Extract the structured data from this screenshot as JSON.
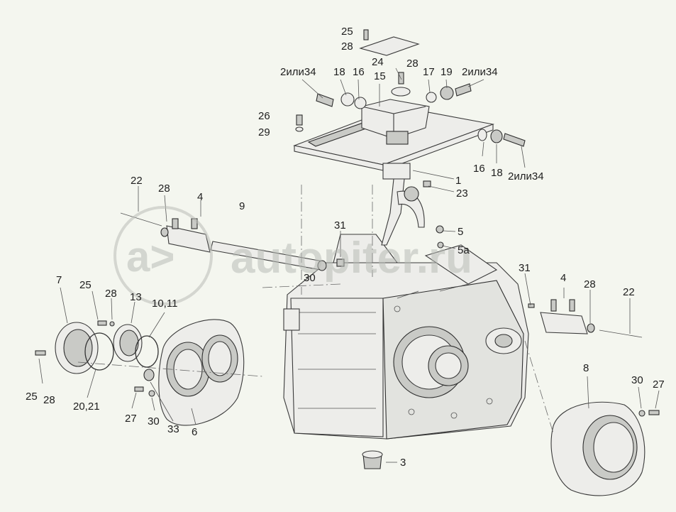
{
  "watermark": {
    "text": "autopiter.ru"
  },
  "callouts": [
    {
      "id": "c-25-top",
      "text": "25"
    },
    {
      "id": "c-28-top",
      "text": "28"
    },
    {
      "id": "c-24",
      "text": "24"
    },
    {
      "id": "c-28-mid",
      "text": "28"
    },
    {
      "id": "c-2or34-left",
      "text": "2или34"
    },
    {
      "id": "c-18-left",
      "text": "18"
    },
    {
      "id": "c-16-left",
      "text": "16"
    },
    {
      "id": "c-15",
      "text": "15"
    },
    {
      "id": "c-17",
      "text": "17"
    },
    {
      "id": "c-19",
      "text": "19"
    },
    {
      "id": "c-2or34-right",
      "text": "2или34"
    },
    {
      "id": "c-26",
      "text": "26"
    },
    {
      "id": "c-29",
      "text": "29"
    },
    {
      "id": "c-16-right",
      "text": "16"
    },
    {
      "id": "c-18-right",
      "text": "18"
    },
    {
      "id": "c-2or34-lower",
      "text": "2или34"
    },
    {
      "id": "c-1",
      "text": "1"
    },
    {
      "id": "c-23",
      "text": "23"
    },
    {
      "id": "c-22-left",
      "text": "22"
    },
    {
      "id": "c-28-left",
      "text": "28"
    },
    {
      "id": "c-4-left",
      "text": "4"
    },
    {
      "id": "c-9",
      "text": "9"
    },
    {
      "id": "c-31-left",
      "text": "31"
    },
    {
      "id": "c-5",
      "text": "5"
    },
    {
      "id": "c-5a",
      "text": "5а"
    },
    {
      "id": "c-30-mid",
      "text": "30"
    },
    {
      "id": "c-31-right",
      "text": "31"
    },
    {
      "id": "c-4-right",
      "text": "4"
    },
    {
      "id": "c-28-right",
      "text": "28"
    },
    {
      "id": "c-22-right",
      "text": "22"
    },
    {
      "id": "c-7",
      "text": "7"
    },
    {
      "id": "c-25-left",
      "text": "25"
    },
    {
      "id": "c-28-left2",
      "text": "28"
    },
    {
      "id": "c-13",
      "text": "13"
    },
    {
      "id": "c-10-11",
      "text": "10,11"
    },
    {
      "id": "c-25-bottom",
      "text": "25"
    },
    {
      "id": "c-28-bottom",
      "text": "28"
    },
    {
      "id": "c-20-21",
      "text": "20,21"
    },
    {
      "id": "c-27-left",
      "text": "27"
    },
    {
      "id": "c-30-left",
      "text": "30"
    },
    {
      "id": "c-33",
      "text": "33"
    },
    {
      "id": "c-6",
      "text": "6"
    },
    {
      "id": "c-8",
      "text": "8"
    },
    {
      "id": "c-30-right",
      "text": "30"
    },
    {
      "id": "c-27-right",
      "text": "27"
    },
    {
      "id": "c-3",
      "text": "3"
    }
  ]
}
